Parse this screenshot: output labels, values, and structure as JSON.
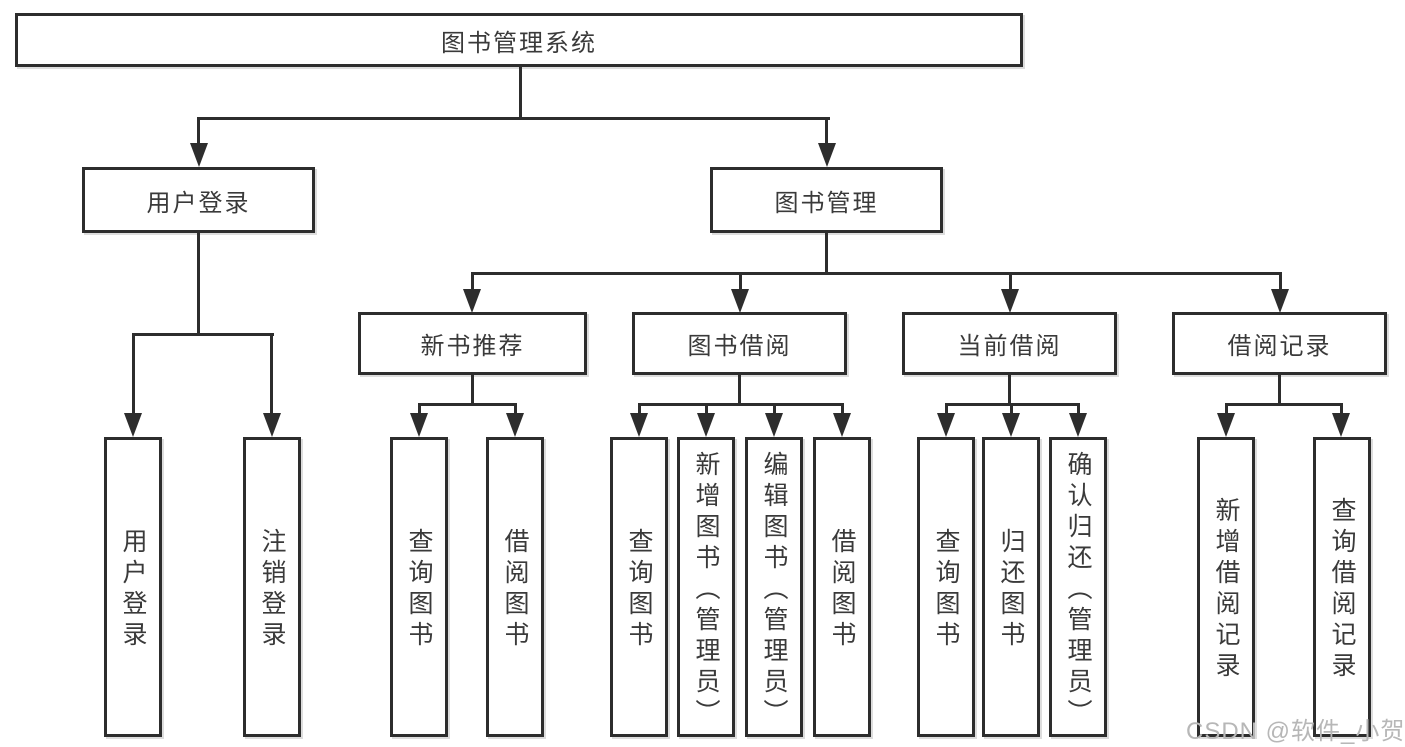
{
  "diagram": {
    "type": "hierarchy-tree",
    "root": {
      "label": "图书管理系统",
      "children": [
        {
          "label": "用户登录",
          "children": [
            {
              "label": "用户登录"
            },
            {
              "label": "注销登录"
            }
          ]
        },
        {
          "label": "图书管理",
          "children": [
            {
              "label": "新书推荐",
              "children": [
                {
                  "label": "查询图书"
                },
                {
                  "label": "借阅图书"
                }
              ]
            },
            {
              "label": "图书借阅",
              "children": [
                {
                  "label": "查询图书"
                },
                {
                  "label": "新增图书（管理员）"
                },
                {
                  "label": "编辑图书（管理员）"
                },
                {
                  "label": "借阅图书"
                }
              ]
            },
            {
              "label": "当前借阅",
              "children": [
                {
                  "label": "查询图书"
                },
                {
                  "label": "归还图书"
                },
                {
                  "label": "确认归还（管理员）"
                }
              ]
            },
            {
              "label": "借阅记录",
              "children": [
                {
                  "label": "新增借阅记录"
                },
                {
                  "label": "查询借阅记录"
                }
              ]
            }
          ]
        }
      ]
    },
    "palette": {
      "stroke": "#2d2d2d",
      "text": "#3a3a3a",
      "background": "#ffffff",
      "watermark": "#b7b7b7"
    }
  },
  "watermark": {
    "text": "CSDN @软件_小贺同学"
  }
}
